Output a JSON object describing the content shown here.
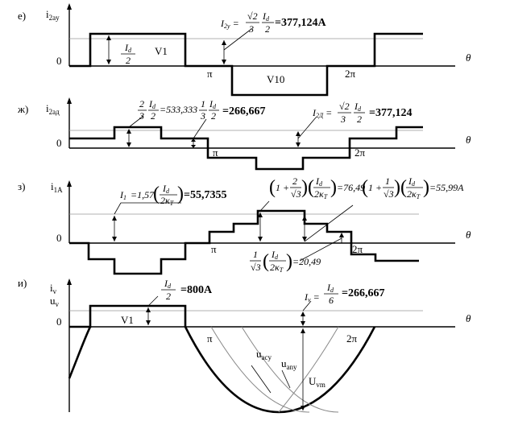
{
  "panels": {
    "e": {
      "label": "е)",
      "axis": "i",
      "axis_sub": "2ay",
      "zero": "0",
      "x_axis": "θ",
      "pi": "π",
      "two_pi": "2π",
      "frac_Id": "I",
      "frac_Id_sub": "d",
      "frac_den": "2",
      "segment1": "V1",
      "segment2": "V10",
      "formula_lhs": "I",
      "formula_lhs_sub": "2y",
      "formula_num": "√2",
      "formula_den": "3",
      "formula_Id": "I",
      "formula_Id_sub": "d",
      "formula_Id_den": "2",
      "value": "=377,124A"
    },
    "zh": {
      "label": "ж)",
      "axis": "i",
      "axis_sub": "2aд",
      "zero": "0",
      "x_axis": "θ",
      "pi": "π",
      "two_pi": "2π",
      "f1_num": "2",
      "f1_den": "3",
      "f1_Id": "I",
      "f1_Id_sub": "d",
      "f1_Id_den": "2",
      "f1_value": "=533,333",
      "f2_num": "1",
      "f2_den": "3",
      "f2_Id": "I",
      "f2_Id_sub": "d",
      "f2_Id_den": "2",
      "f2_value": "=266,667",
      "f3_lhs": "I",
      "f3_lhs_sub": "2Д",
      "f3_num": "√2",
      "f3_den": "3",
      "f3_Id": "I",
      "f3_Id_sub": "d",
      "f3_Id_den": "2",
      "f3_value": "=377,124"
    },
    "z": {
      "label": "з)",
      "axis": "i",
      "axis_sub": "1A",
      "zero": "0",
      "x_axis": "θ",
      "pi": "π",
      "two_pi": "2π",
      "f1_lhs": "I",
      "f1_lhs_sub": "1",
      "f1_coef": "=1,57",
      "f1_Id": "I",
      "f1_Id_sub": "d",
      "f1_den": "2κ",
      "f1_den_sub": "T",
      "f1_value": "=55,7355",
      "f2_one": "1 +",
      "f2_num": "2",
      "f2_den": "√3",
      "f2_Id": "I",
      "f2_Id_sub": "d",
      "f2_kden": "2κ",
      "f2_kden_sub": "T",
      "f2_value": "=76,49",
      "f3_one": "1 +",
      "f3_num": "1",
      "f3_den": "√3",
      "f3_Id": "I",
      "f3_Id_sub": "d",
      "f3_kden": "2κ",
      "f3_kden_sub": "T",
      "f3_value": "=55,99A",
      "f4_num": "1",
      "f4_den": "√3",
      "f4_Id": "I",
      "f4_Id_sub": "d",
      "f4_kden": "2κ",
      "f4_kden_sub": "T",
      "f4_value": "=20,49"
    },
    "i": {
      "label": "и)",
      "axis1": "i",
      "axis1_sub": "v",
      "axis2": "u",
      "axis2_sub": "v",
      "zero": "0",
      "x_axis": "θ",
      "pi": "π",
      "two_pi": "2π",
      "segment": "V1",
      "f1_Id": "I",
      "f1_Id_sub": "d",
      "f1_den": "2",
      "f1_value": "=800A",
      "f2_lhs": "I",
      "f2_lhs_sub": "v",
      "f2_Id": "I",
      "f2_Id_sub": "d",
      "f2_den": "6",
      "f2_value": "=266,667",
      "u_acy": "u",
      "u_acy_sub": "acy",
      "u_any": "u",
      "u_any_sub": "any",
      "u_vm": "U",
      "u_vm_sub": "vm"
    }
  }
}
